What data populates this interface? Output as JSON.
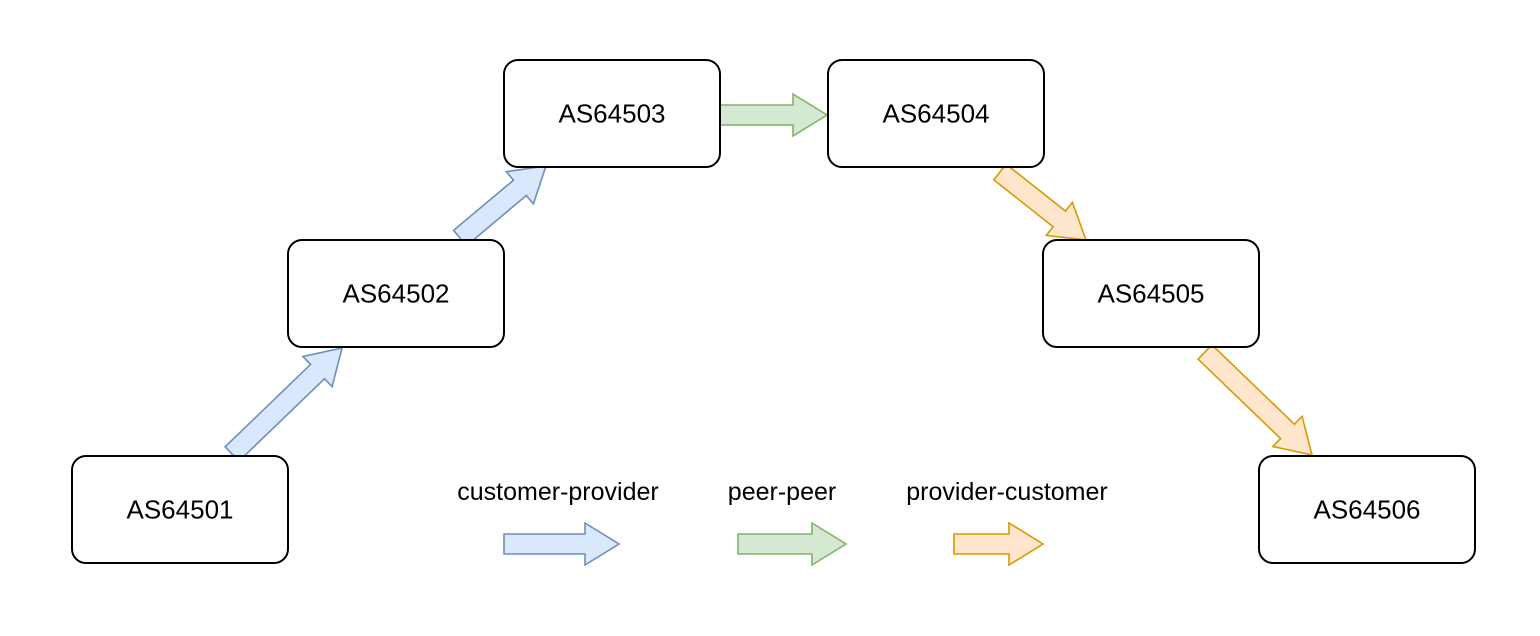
{
  "colors": {
    "customer_provider": {
      "fill": "#dae8fc",
      "stroke": "#6c8ebf"
    },
    "peer_peer": {
      "fill": "#d5e8d4",
      "stroke": "#82b366"
    },
    "provider_customer": {
      "fill": "#ffe6cc",
      "stroke": "#d79b00"
    },
    "node_border": "#000000",
    "node_fill": "#ffffff"
  },
  "nodes": [
    {
      "label": "AS64501"
    },
    {
      "label": "AS64502"
    },
    {
      "label": "AS64503"
    },
    {
      "label": "AS64504"
    },
    {
      "label": "AS64505"
    },
    {
      "label": "AS64506"
    }
  ],
  "links": [
    {
      "from": "AS64501",
      "to": "AS64502",
      "relation": "customer-provider"
    },
    {
      "from": "AS64502",
      "to": "AS64503",
      "relation": "customer-provider"
    },
    {
      "from": "AS64503",
      "to": "AS64504",
      "relation": "peer-peer"
    },
    {
      "from": "AS64504",
      "to": "AS64505",
      "relation": "provider-customer"
    },
    {
      "from": "AS64505",
      "to": "AS64506",
      "relation": "provider-customer"
    }
  ],
  "legend": [
    {
      "label": "customer-provider",
      "relation": "customer-provider"
    },
    {
      "label": "peer-peer",
      "relation": "peer-peer"
    },
    {
      "label": "provider-customer",
      "relation": "provider-customer"
    }
  ]
}
